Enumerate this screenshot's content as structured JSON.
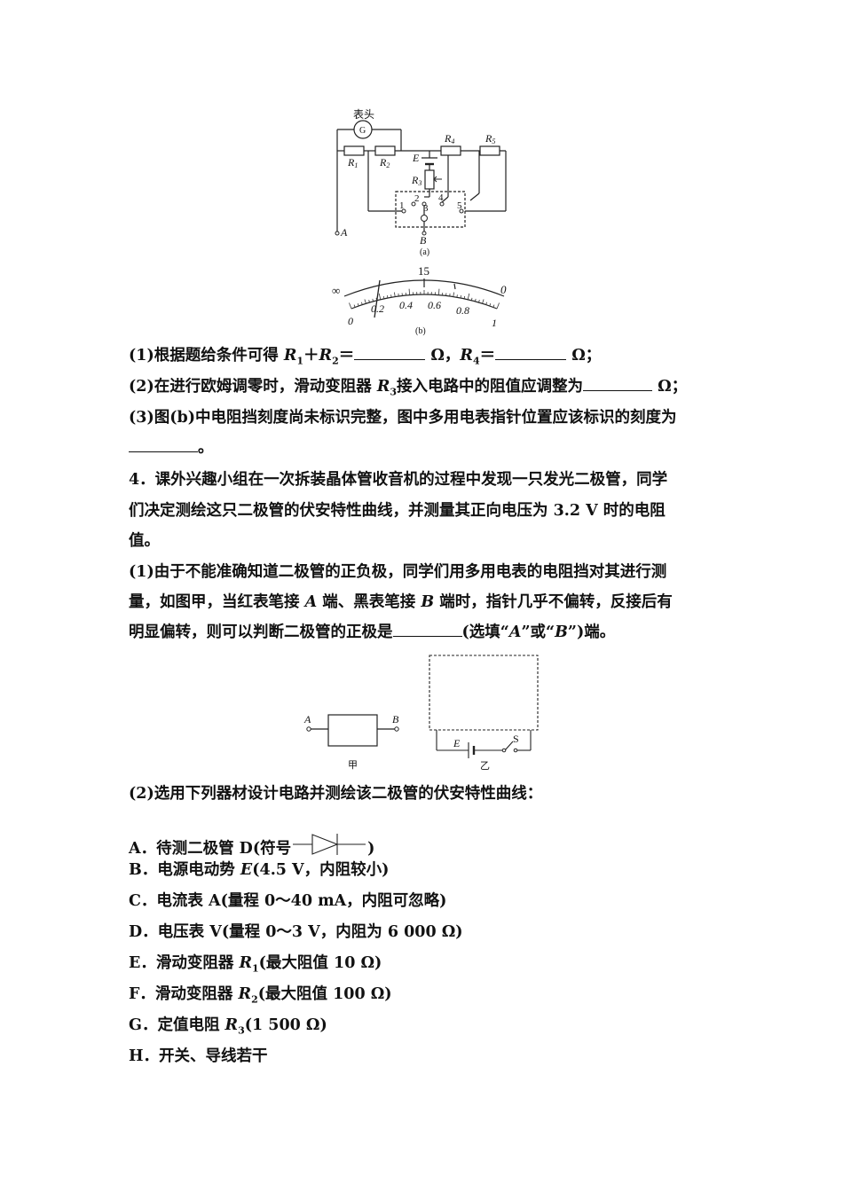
{
  "fig_a": {
    "meter_label": "表头",
    "meter_symbol": "G",
    "R1": "R",
    "R1_sub": "1",
    "R2": "R",
    "R2_sub": "2",
    "R3": "R",
    "R3_sub": "3",
    "R4": "R",
    "R4_sub": "4",
    "R5": "R",
    "R5_sub": "5",
    "E": "E",
    "A": "A",
    "B": "B",
    "sw1": "1",
    "sw2": "2",
    "sw3": "3",
    "sw4": "4",
    "sw5": "5",
    "caption": "(a)"
  },
  "fig_b": {
    "top": "15",
    "inf": "∞",
    "zero": "0",
    "t0": "0",
    "t1": "0.2",
    "t2": "0.4",
    "t3": "0.6",
    "t4": "0.8",
    "t5": "1",
    "caption": "(b)"
  },
  "q3": {
    "p1_a": "(1)根据题给条件可得 ",
    "p1_R": "R",
    "p1_s1": "1",
    "p1_plus": "＋",
    "p1_R2": "R",
    "p1_s2": "2",
    "p1_eq": "＝",
    "p1_u1": " Ω，",
    "p1_R4": "R",
    "p1_s4": "4",
    "p1_eq2": "＝",
    "p1_u2": " Ω；",
    "p2_a": "(2)在进行欧姆调零时，滑动变阻器 ",
    "p2_R": "R",
    "p2_s": "3",
    "p2_b": "接入电路中的阻值应调整为",
    "p2_u": " Ω；",
    "p3_a": "(3)图(b)中电阻挡刻度尚未标识完整，图中多用电表指针位置应该标识的刻度为",
    "p3_end": "。"
  },
  "q4": {
    "l1": "4．课外兴趣小组在一次拆装晶体管收音机的过程中发现一只发光二极管，同学",
    "l2": "们决定测绘这只二极管的伏安特性曲线，并测量其正向电压为 3.2 V 时的电阻",
    "l3": "值。",
    "s1_l1": "(1)由于不能准确知道二极管的正负极，同学们用多用电表的电阻挡对其进行测",
    "s1_l2a": "量，如图甲，当红表笔接 ",
    "s1_A": "A",
    "s1_l2b": " 端、黑表笔接 ",
    "s1_B": "B",
    "s1_l2c": " 端时，指针几乎不偏转，反接后有",
    "s1_l3a": "明显偏转，则可以判断二极管的正极是",
    "s1_l3b": "(选填“",
    "s1_l3A": "A",
    "s1_l3c": "”或“",
    "s1_l3B": "B",
    "s1_l3d": "”)端。",
    "s2": "(2)选用下列器材设计电路并测绘该二极管的伏安特性曲线：",
    "A_a": "A．待测二极管 D(符号",
    "A_b": ")",
    "B_a": "B．电源电动势 ",
    "B_E": "E",
    "B_b": "(4.5 V，内阻较小)",
    "C": "C．电流表 A(量程 0～40 mA，内阻可忽略)",
    "D": "D．电压表 V(量程 0～3 V，内阻为 6 000 Ω)",
    "E_a": "E．滑动变阻器 ",
    "E_R": "R",
    "E_s": "1",
    "E_b": "(最大阻值 10 Ω)",
    "F_a": "F．滑动变阻器 ",
    "F_R": "R",
    "F_s": "2",
    "F_b": "(最大阻值 100 Ω)",
    "G_a": "G．定值电阻 ",
    "G_R": "R",
    "G_s": "3",
    "G_b": "(1 500 Ω)",
    "H": "H．开关、导线若干"
  },
  "fig_jia": {
    "A": "A",
    "B": "B",
    "caption": "甲"
  },
  "fig_yi": {
    "E": "E",
    "S": "S",
    "caption": "乙"
  }
}
